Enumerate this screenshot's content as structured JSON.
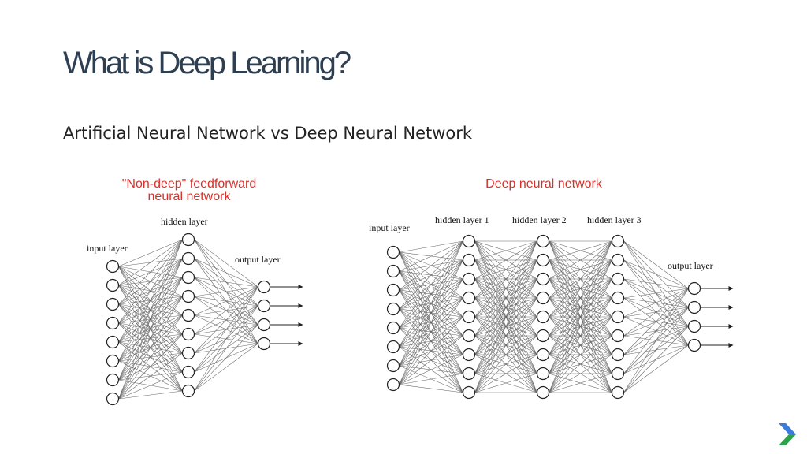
{
  "slide": {
    "title": "What is Deep Learning?",
    "subtitle": "Artificial Neural Network vs Deep Neural Network"
  },
  "shallow_net": {
    "title_line1": "\"Non-deep\" feedforward",
    "title_line2": "neural network",
    "labels": {
      "input": "input layer",
      "hidden": "hidden layer",
      "output": "output layer"
    },
    "layers": [
      8,
      9,
      4
    ]
  },
  "deep_net": {
    "title": "Deep neural network",
    "labels": {
      "input": "input layer",
      "hidden1": "hidden layer 1",
      "hidden2": "hidden layer 2",
      "hidden3": "hidden layer 3",
      "output": "output layer"
    },
    "layers": [
      8,
      9,
      9,
      9,
      4
    ]
  },
  "colors": {
    "title": "#2f3f52",
    "diagram_title": "#d8312b",
    "logo_blue": "#3a7be0",
    "logo_green": "#2fa14a"
  },
  "icons": [
    "google-chevron-logo-icon"
  ]
}
